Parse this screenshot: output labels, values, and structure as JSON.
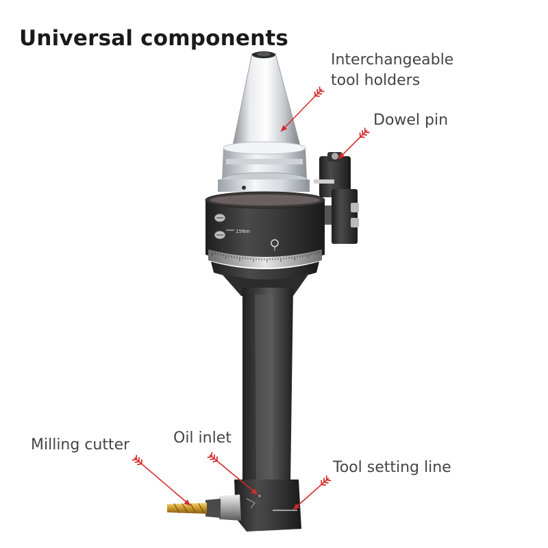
{
  "title": "Universal components",
  "labels": {
    "tool_holders_line1": "Interchangeable",
    "tool_holders_line2": "tool holders",
    "dowel_pin": "Dowel pin",
    "milling_cutter": "Milling cutter",
    "oil_inlet": "Oil inlet",
    "tool_setting_line": "Tool setting line"
  },
  "marking": "15Nm",
  "colors": {
    "arrow": "#d42a2a",
    "text": "#444444",
    "title": "#1a1a1a",
    "body_dark": "#2e2e2e"
  }
}
